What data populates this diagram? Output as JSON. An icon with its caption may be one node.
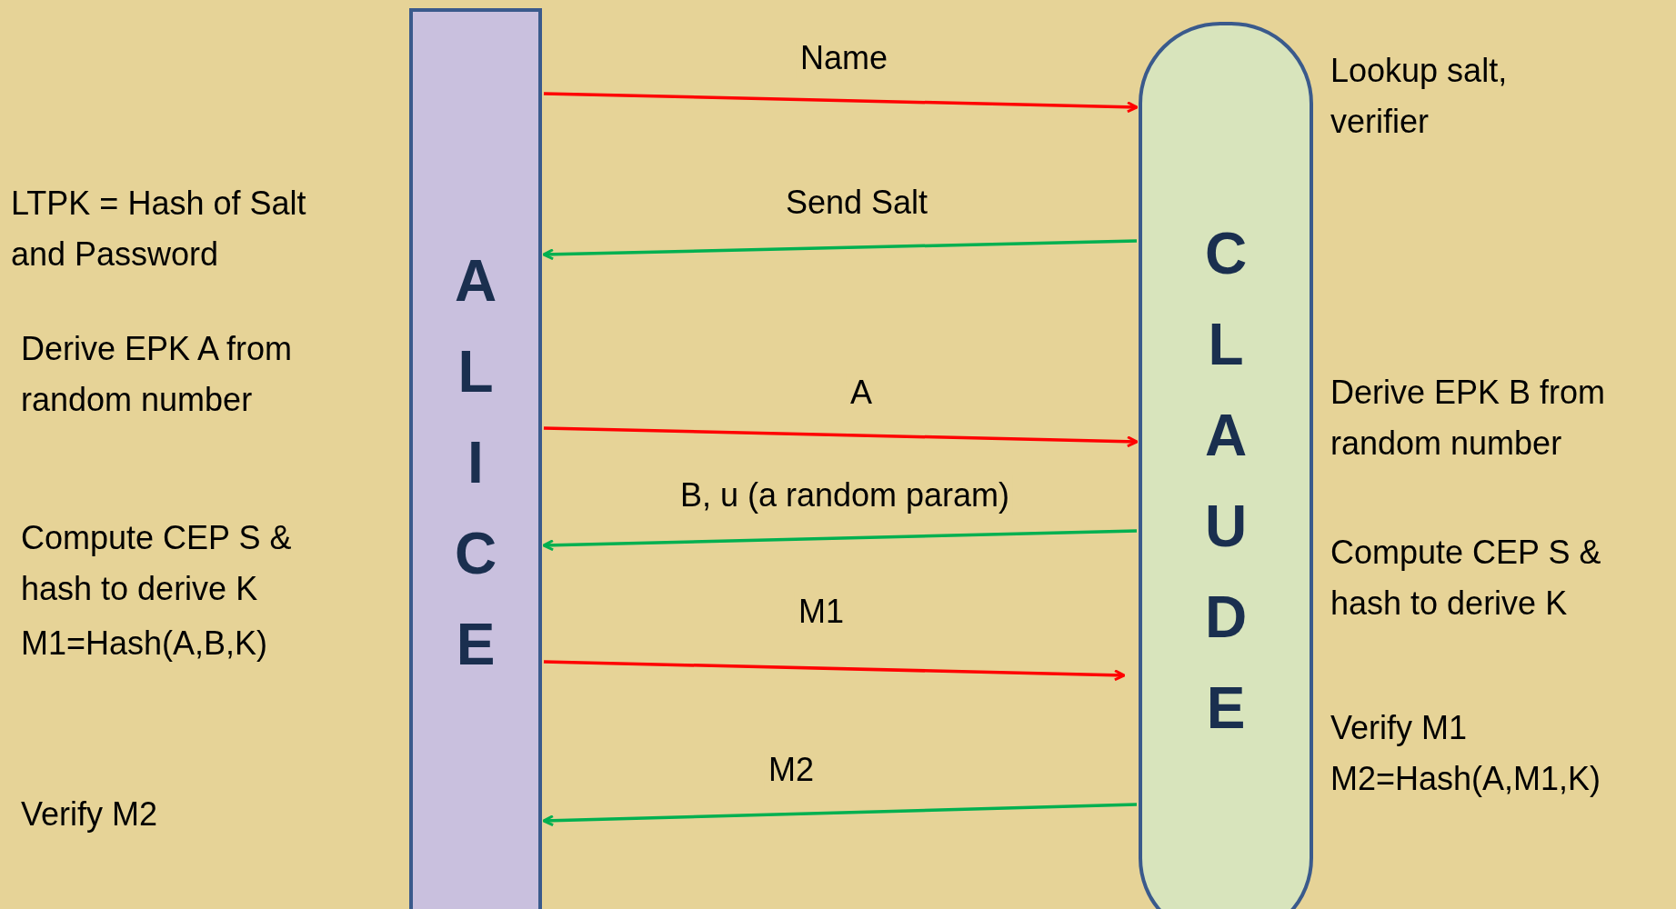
{
  "diagram": {
    "nodes": [
      {
        "text": [
          "ALICE"
        ]
      },
      {
        "text": [
          "CLAUDE"
        ]
      }
    ],
    "edges": [
      {
        "from": 0,
        "to": 1,
        "arrow": "to",
        "label": "Name",
        "color": "#ff0000"
      },
      {
        "from": 1,
        "to": 0,
        "arrow": "to",
        "label": "Send Salt",
        "color": "#00b050"
      },
      {
        "from": 0,
        "to": 1,
        "arrow": "to",
        "label": "A",
        "color": "#ff0000"
      },
      {
        "from": 1,
        "to": 0,
        "arrow": "to",
        "label": "B, u (a random param)",
        "color": "#00b050"
      },
      {
        "from": 0,
        "to": 1,
        "arrow": "to",
        "label": "M1",
        "color": "#ff0000"
      },
      {
        "from": 1,
        "to": 0,
        "arrow": "to",
        "label": "M2",
        "color": "#00b050"
      }
    ],
    "labels": [
      "Lookup salt, verifier",
      "LTPK = Hash of Salt and Password",
      "Derive EPK A from random number",
      "Derive EPK B from random number",
      "Compute CEP S & hash to derive K",
      "Compute CEP S & hash to derive K",
      "M1=Hash(A,B,K)",
      "Verify M1",
      "M2=Hash(A,M1,K)",
      "Verify M2"
    ]
  }
}
